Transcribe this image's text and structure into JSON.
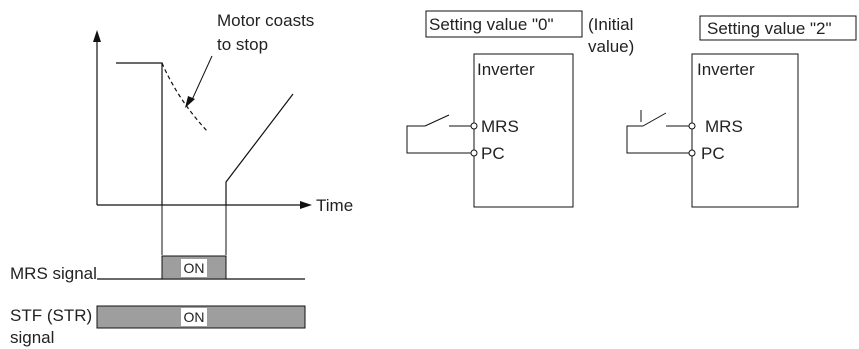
{
  "timing_chart": {
    "annotation_line1": "Motor coasts",
    "annotation_line2": "to stop",
    "time_label": "Time",
    "mrs_signal_label": "MRS signal",
    "mrs_state": "ON",
    "stf_label_line1": "STF (STR)",
    "stf_label_line2": "signal",
    "stf_state": "ON"
  },
  "circuit_0": {
    "setting_label": "Setting value \"0\"",
    "note_line1": "(Initial",
    "note_line2": "value)",
    "device_label": "Inverter",
    "terminal_mrs": "MRS",
    "terminal_pc": "PC"
  },
  "circuit_2": {
    "setting_label": "Setting value \"2\"",
    "device_label": "Inverter",
    "terminal_mrs": "MRS",
    "terminal_pc": "PC"
  },
  "colors": {
    "line": "#111111",
    "signal_fill": "#9e9e9e",
    "on_box_fill": "#ffffff"
  }
}
